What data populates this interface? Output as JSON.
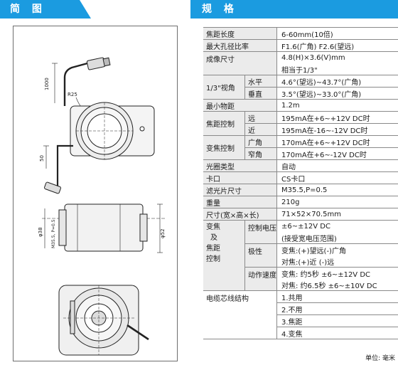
{
  "header_left": "简 图",
  "header_right": "规 格",
  "unit_label": "单位: 毫米",
  "dims": {
    "cable_len": "1000",
    "radius": "R25",
    "offset": "50",
    "dia_a": "φ38",
    "lens_mount": "M35.5, P=0.5",
    "dia_b": "φ52"
  },
  "specs": {
    "focal": {
      "label": "焦距长度",
      "value": "6-60mm(10倍)"
    },
    "aperture": {
      "label": "最大孔径比率",
      "value": "F1.6(广角) F2.6(望远)"
    },
    "image_size": {
      "label": "成像尺寸",
      "value1": "4.8(H)×3.6(V)mm",
      "value2": "相当于1/3\""
    },
    "view_angle": {
      "label": "1/3\"视角",
      "h_label": "水平",
      "h_value": "4.6°(望远)~43.7°(广角)",
      "v_label": "垂直",
      "v_value": "3.5°(望远)~33.0°(广角)"
    },
    "min_dist": {
      "label": "最小物距",
      "value": "1.2m"
    },
    "focus_ctrl": {
      "label": "焦距控制",
      "far_label": "远",
      "far_value": "195mA在+6~+12V DC时",
      "near_label": "近",
      "near_value": "195mA在-16~-12V DC时"
    },
    "zoom_ctrl": {
      "label": "变焦控制",
      "wide_label": "广角",
      "wide_value": "170mA在+6~+12V DC时",
      "tele_label": "窄角",
      "tele_value": "170mA在+6~-12V DC时"
    },
    "iris_type": {
      "label": "光圈类型",
      "value": "自动"
    },
    "mount": {
      "label": "卡口",
      "value": "CS卡口"
    },
    "filter": {
      "label": "滤光片尺寸",
      "value": "M35.5,P=0.5"
    },
    "weight": {
      "label": "重量",
      "value": "210g"
    },
    "dimensions": {
      "label": "尺寸(宽×高×长)",
      "value": "71×52×70.5mm"
    },
    "zf_ctrl": {
      "label1": "变焦",
      "label2": "及",
      "label3": "焦距",
      "label4": "控制",
      "voltage_label": "控制电压",
      "voltage_value1": "±6~±12V DC",
      "voltage_value2": "(接受宽电压范围)",
      "polarity_label": "极性",
      "polarity_value1": "变焦:(+)望远(-)广角",
      "polarity_value2": "对焦:(+)近  (-)远",
      "speed_label": "动作速度",
      "speed_value1": "变焦: 约5秒   ±6~±12V DC",
      "speed_value2": "对焦: 约6.5秒 ±6~±10V DC"
    },
    "cable": {
      "label": "电缆芯线结构",
      "v1": "1.共用",
      "v2": "2.不用",
      "v3": "3.焦距",
      "v4": "4.变焦"
    }
  }
}
